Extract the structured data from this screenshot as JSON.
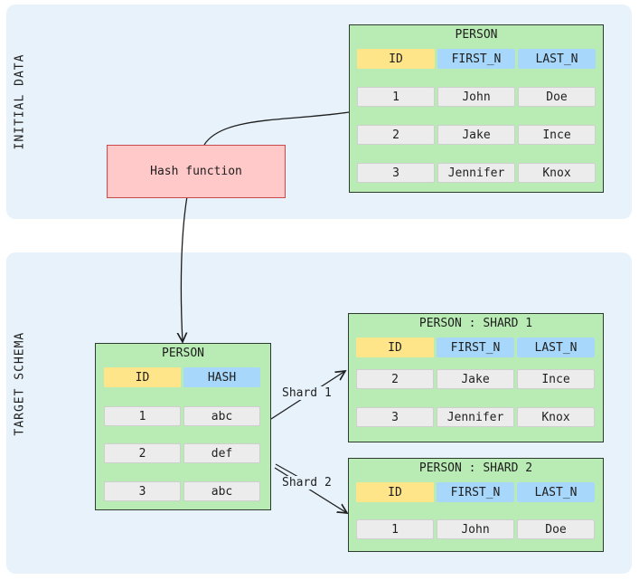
{
  "sections": {
    "initial_label": "INITIAL DATA",
    "target_label": "TARGET SCHEMA"
  },
  "hash_function": {
    "label": "Hash function"
  },
  "initial_table": {
    "title": "PERSON",
    "headers": [
      "ID",
      "FIRST_N",
      "LAST_N"
    ],
    "rows": [
      [
        "1",
        "John",
        "Doe"
      ],
      [
        "2",
        "Jake",
        "Ince"
      ],
      [
        "3",
        "Jennifer",
        "Knox"
      ]
    ]
  },
  "hash_table": {
    "title": "PERSON",
    "headers": [
      "ID",
      "HASH"
    ],
    "rows": [
      [
        "1",
        "abc"
      ],
      [
        "2",
        "def"
      ],
      [
        "3",
        "abc"
      ]
    ]
  },
  "shard1_table": {
    "title": "PERSON : SHARD 1",
    "headers": [
      "ID",
      "FIRST_N",
      "LAST_N"
    ],
    "rows": [
      [
        "2",
        "Jake",
        "Ince"
      ],
      [
        "3",
        "Jennifer",
        "Knox"
      ]
    ]
  },
  "shard2_table": {
    "title": "PERSON : SHARD 2",
    "headers": [
      "ID",
      "FIRST_N",
      "LAST_N"
    ],
    "rows": [
      [
        "1",
        "John",
        "Doe"
      ]
    ]
  },
  "edges": {
    "shard1_label": "Shard 1",
    "shard2_label": "Shard 2"
  },
  "colors": {
    "panel": "#e7f2fb",
    "table_fill": "#b9ecb4",
    "hash_fill": "#ffc9c9",
    "id_header": "#ffe58a",
    "other_header": "#a7d8fb"
  }
}
